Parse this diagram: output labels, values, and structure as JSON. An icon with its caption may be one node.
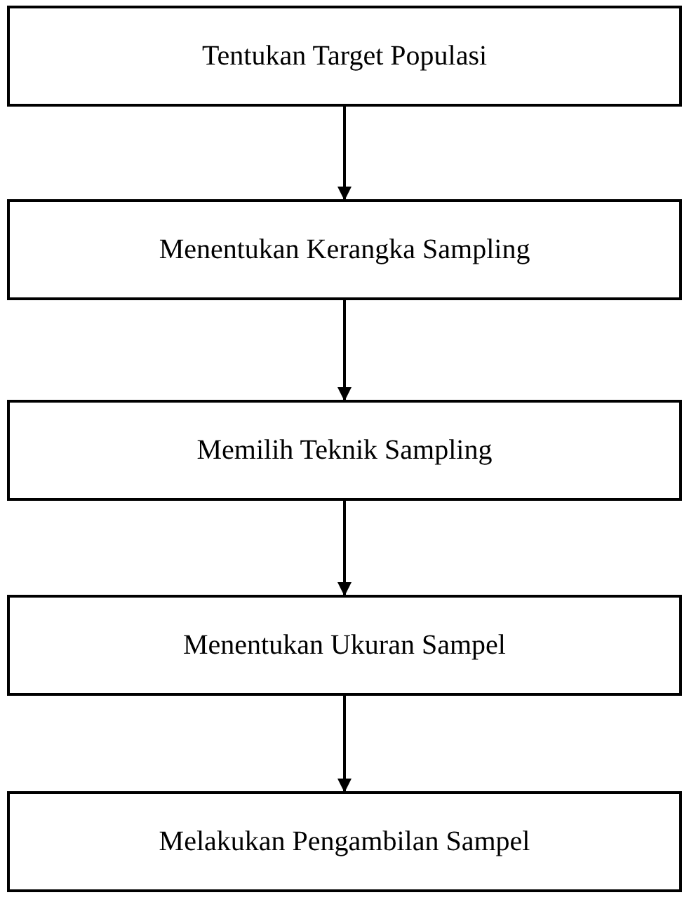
{
  "diagram": {
    "nodes": [
      {
        "text": [
          "Tentukan Target Populasi"
        ]
      },
      {
        "text": [
          "Menentukan Kerangka Sampling"
        ]
      },
      {
        "text": [
          "Memilih Teknik Sampling"
        ]
      },
      {
        "text": [
          "Menentukan Ukuran Sampel"
        ]
      },
      {
        "text": [
          "Melakukan Pengambilan Sampel"
        ]
      }
    ],
    "edges": [
      {
        "from": 0,
        "to": 1,
        "arrow": "to"
      },
      {
        "from": 1,
        "to": 2,
        "arrow": "to"
      },
      {
        "from": 2,
        "to": 3,
        "arrow": "to"
      },
      {
        "from": 3,
        "to": 4,
        "arrow": "to"
      }
    ]
  }
}
